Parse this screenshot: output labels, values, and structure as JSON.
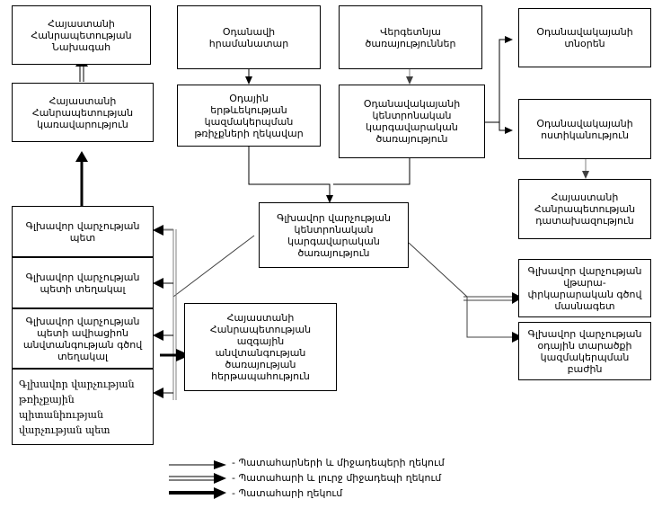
{
  "diagram": {
    "title": "Armenian Civil Aviation Emergency Notification Scheme",
    "nodes": {
      "president": "Հայաստանի\nՀանրապետության\nՆախագահ",
      "government": "Հայաստանի\nՀանրապետության\nկառավարություն",
      "aircraft_commander": "Օդանավի\nհրամանատար",
      "atc_flight_director": "Օդային\nերթևեկության\nկազմակերպման\nթռիչքների ղեկավար",
      "ground_services": "Վերգետնյա\nծառայություններ",
      "airport_central_dispatch": "Օդանավակայանի\nկենտրոնական\nկարգավարական\nծառայություն",
      "airport_director": "Օդանավակայանի\nտնօրեն",
      "airport_police": "Օդանավակայանի\nոստիկանություն",
      "prosecution": "Հայաստանի\nՀանրապետության\nդատախազություն",
      "main_dept_head": "Գլխավոր վարչության\nպետ",
      "main_dept_deputy": "Գլխավոր վարչության\nպետի տեղակալ",
      "main_dept_deputy_safety": "Գլխավոր վարչության\nպետի ավիացիոն\nանվտանգության գծով\nտեղակալ",
      "flight_suitability_head": "Գլխավոր վարչության\nթռիչքային\nպիտանիության\nվարչության պետ",
      "main_dept_central_dispatch": "Գլխավոր վարչության\nկենտրոնական\nկարգավարական\nծառայություն",
      "nss_duty": "Հայաստանի\nՀանրապետության\nազգային\nանվտանգության\nծառայության\nհերթապահություն",
      "main_dept_analysis": "Գլխավոր վարչության\nվթարա-\nփրկարարական գծով\nմասնագետ",
      "main_dept_airspace": "Գլխավոր վարչության\nօդային տարածքի\nկազմակերպման\nբաժին"
    },
    "legend": [
      {
        "style": "thin-single",
        "label": "- Պատահարների և միջադեպերի ղեկում"
      },
      {
        "style": "thin-double",
        "label": "- Պատահարի և լուրջ միջադեպի ղեկում"
      },
      {
        "style": "thick-single",
        "label": "- Պատահարի ղեկում"
      }
    ],
    "colors": {
      "line": "#000000",
      "box_border": "#000000",
      "background": "#ffffff",
      "grey_line": "#808080"
    }
  }
}
